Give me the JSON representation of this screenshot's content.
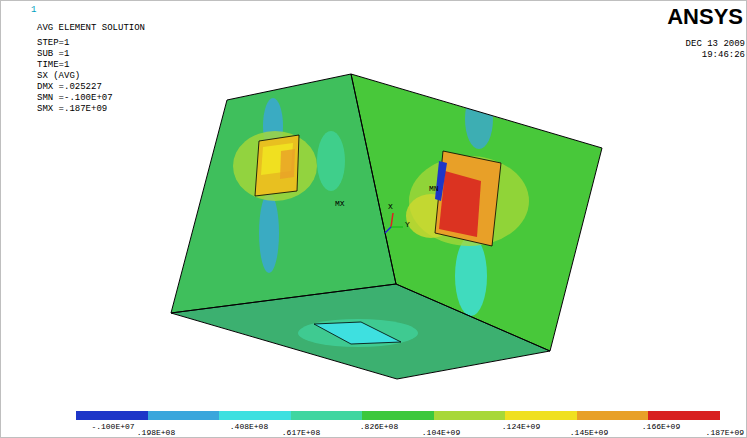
{
  "diagram": {
    "labels": [
      "1",
      "AVG ELEMENT SOLUTION",
      "STEP=1",
      "SUB =1",
      "TIME=1",
      "SX (AVG)",
      "DMX =.025227",
      "SMN =-.100E+07",
      "SMX =.187E+09",
      "ANSYS",
      "DEC 13 2009",
      "19:46:26",
      "MX",
      "MN",
      "X",
      "Y",
      ".187E+09"
    ],
    "legend": [
      {
        "text": "-.100E+07",
        "color": "#1e36c8"
      },
      {
        "text": ".198E+08",
        "color": "#3aa6dc"
      },
      {
        "text": ".408E+08",
        "color": "#3ee0e0"
      },
      {
        "text": ".617E+08",
        "color": "#40d6a0"
      },
      {
        "text": ".826E+08",
        "color": "#3cc83c"
      },
      {
        "text": ".104E+09",
        "color": "#a8d838"
      },
      {
        "text": ".124E+09",
        "color": "#f0e020"
      },
      {
        "text": ".145E+09",
        "color": "#e8a028"
      },
      {
        "text": ".166E+09",
        "color": "#d82020"
      }
    ]
  }
}
